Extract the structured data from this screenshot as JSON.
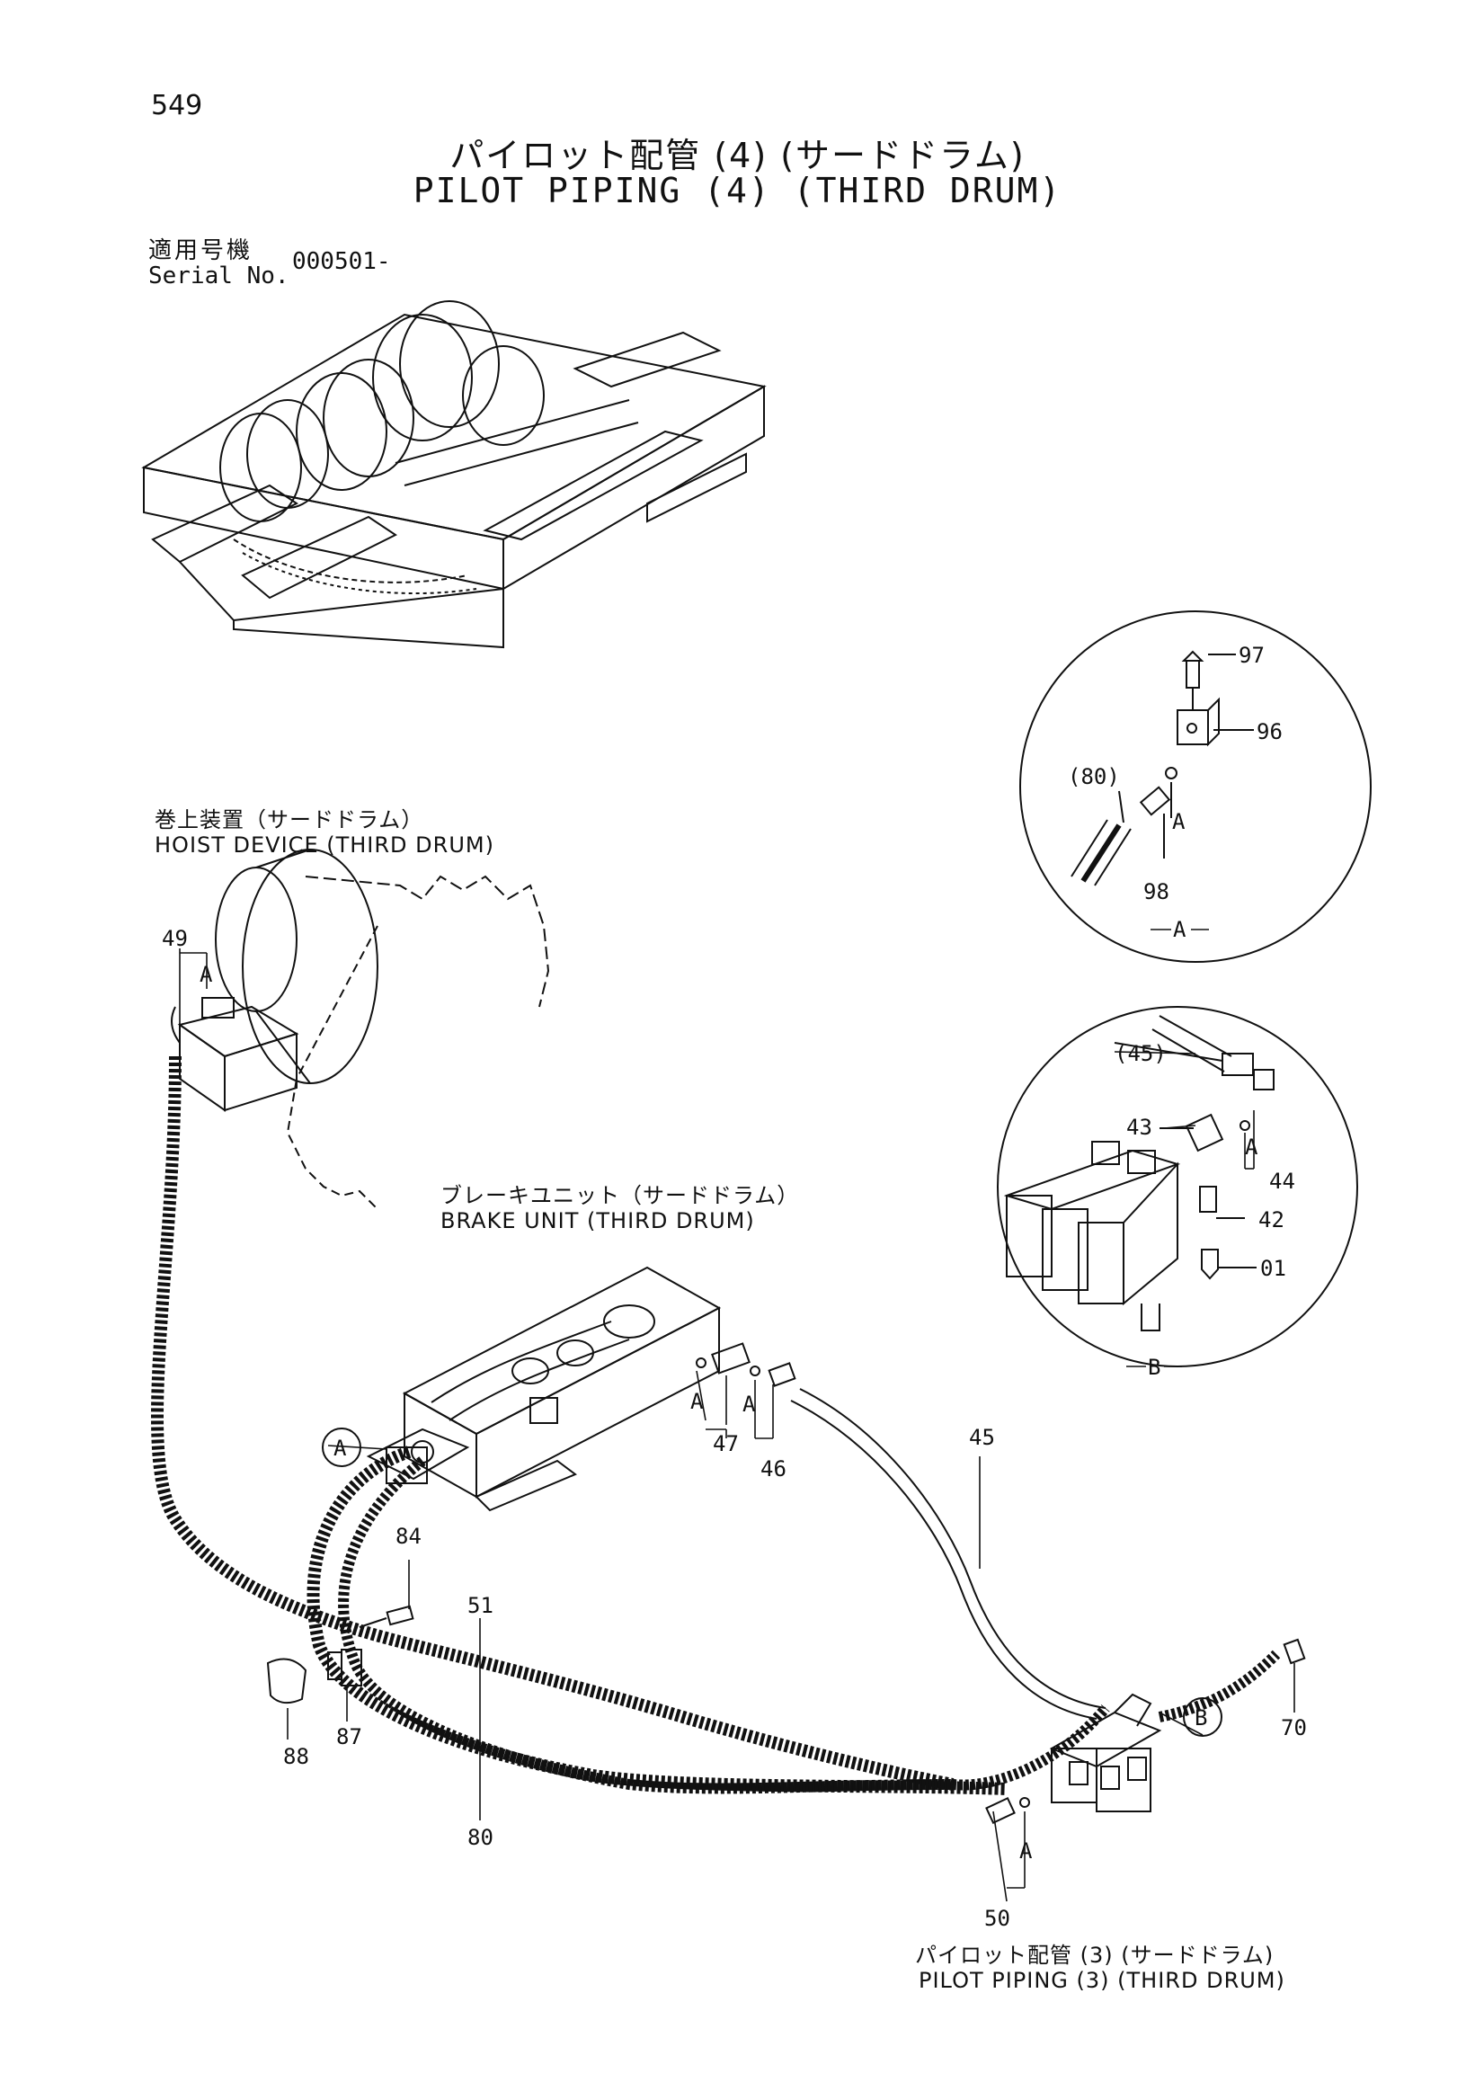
{
  "header": {
    "page_number": "549",
    "title_ja": "パイロット配管 (4) (サードドラム)",
    "title_en": "PILOT PIPING (4) (THIRD DRUM)",
    "serial_label_ja": "適用号機",
    "serial_label_en": "Serial No.",
    "serial_value": "000501-"
  },
  "captions": {
    "hoist_ja": "巻上装置（サードドラム）",
    "hoist_en": "HOIST DEVICE (THIRD DRUM)",
    "brake_ja": "ブレーキユニット（サードドラム）",
    "brake_en": "BRAKE UNIT (THIRD DRUM)",
    "pilot3_ja": "パイロット配管 (3) (サードドラム)",
    "pilot3_en": "PILOT PIPING (3) (THIRD DRUM)"
  },
  "detail_views": {
    "a_label": "A",
    "b_label": "B"
  },
  "callouts": {
    "a": "A",
    "b": "B"
  },
  "parts": {
    "p97": "97",
    "p96": "96",
    "p80ref": "(80)",
    "p98": "98",
    "p45ref": "(45)",
    "p43": "43",
    "p44": "44",
    "p42": "42",
    "p01": "01",
    "p49": "49",
    "p47": "47",
    "p46": "46",
    "p45": "45",
    "p84": "84",
    "p51": "51",
    "p88": "88",
    "p87": "87",
    "p80": "80",
    "p70": "70",
    "p50": "50"
  },
  "section_marks": {
    "a1": "A",
    "a2": "A",
    "a3": "A",
    "a4": "A",
    "a5": "A",
    "a6": "A"
  }
}
